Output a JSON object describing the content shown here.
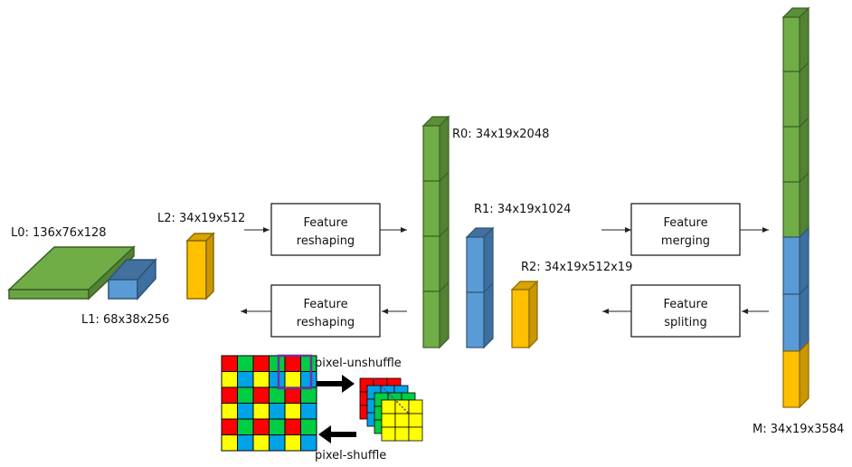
{
  "labels": {
    "l0": "L0: 136x76x128",
    "l1": "L1: 68x38x256",
    "l2": "L2: 34x19x512",
    "r0": "R0: 34x19x2048",
    "r1": "R1: 34x19x1024",
    "r2": "R2: 34x19x512x19",
    "m": "M: 34x19x3584"
  },
  "boxes": {
    "reshaping_top": [
      "Feature",
      "reshaping"
    ],
    "reshaping_bottom": [
      "Feature",
      "reshaping"
    ],
    "merging": [
      "Feature",
      "merging"
    ],
    "spliting": [
      "Feature",
      "spliting"
    ]
  },
  "pixel": {
    "unshuffle": "pixel-unshuffle",
    "shuffle": "pixel-shuffle"
  },
  "colors": {
    "green": "#70ad47",
    "green_dark": "#548235",
    "green_top": "#5b8f3a",
    "blue": "#5b9bd5",
    "blue_dark": "#3d6fa0",
    "blue_top": "#41719c",
    "gold": "#ffc000",
    "gold_dark": "#c99700",
    "gold_top": "#d9a300",
    "grid_red": "#ff0000",
    "grid_green": "#00cc44",
    "grid_yellow": "#ffff00",
    "grid_blue": "#00a2e8",
    "grid_highlight": "#7030a0"
  }
}
